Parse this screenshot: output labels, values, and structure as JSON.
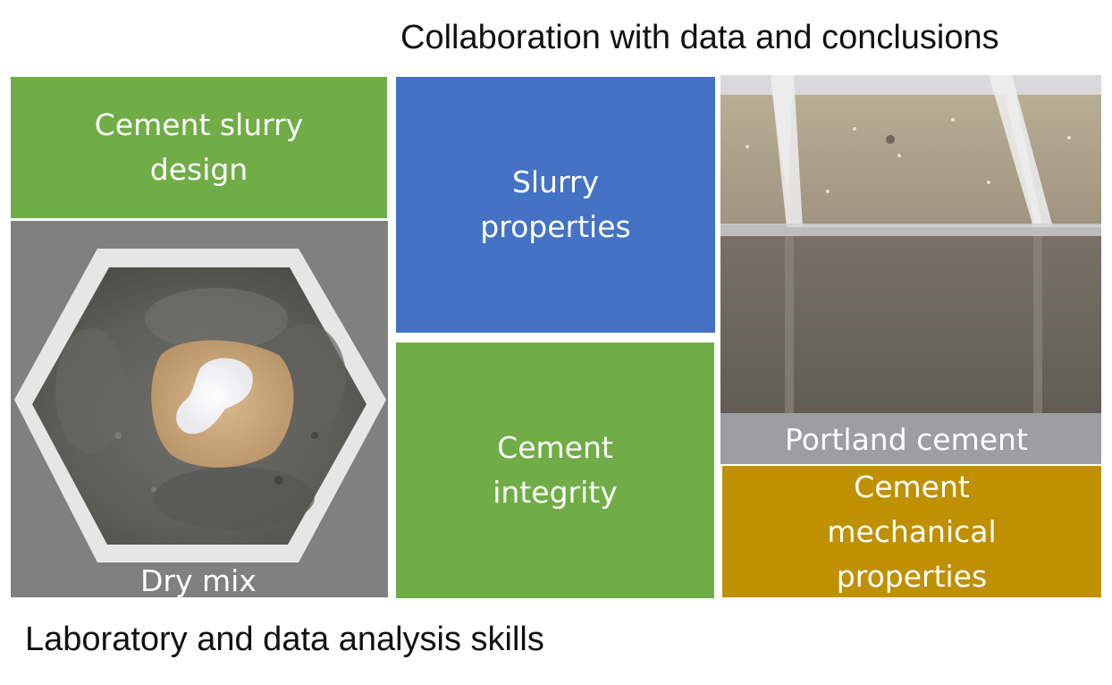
{
  "headings": {
    "top": "Collaboration with data and conclusions",
    "bottom": "Laboratory and data analysis skills"
  },
  "tiles": {
    "design": "Cement slurry\ndesign",
    "slurry": "Slurry\nproperties",
    "integrity": "Cement\nintegrity",
    "mechanical": "Cement\nmechanical\nproperties"
  },
  "photos": {
    "drymix_caption": "Dry mix",
    "portland_caption": "Portland cement"
  },
  "colors": {
    "green": "#70ad47",
    "blue": "#4472c4",
    "gold": "#bf9000",
    "photo_gray": "#808080"
  }
}
